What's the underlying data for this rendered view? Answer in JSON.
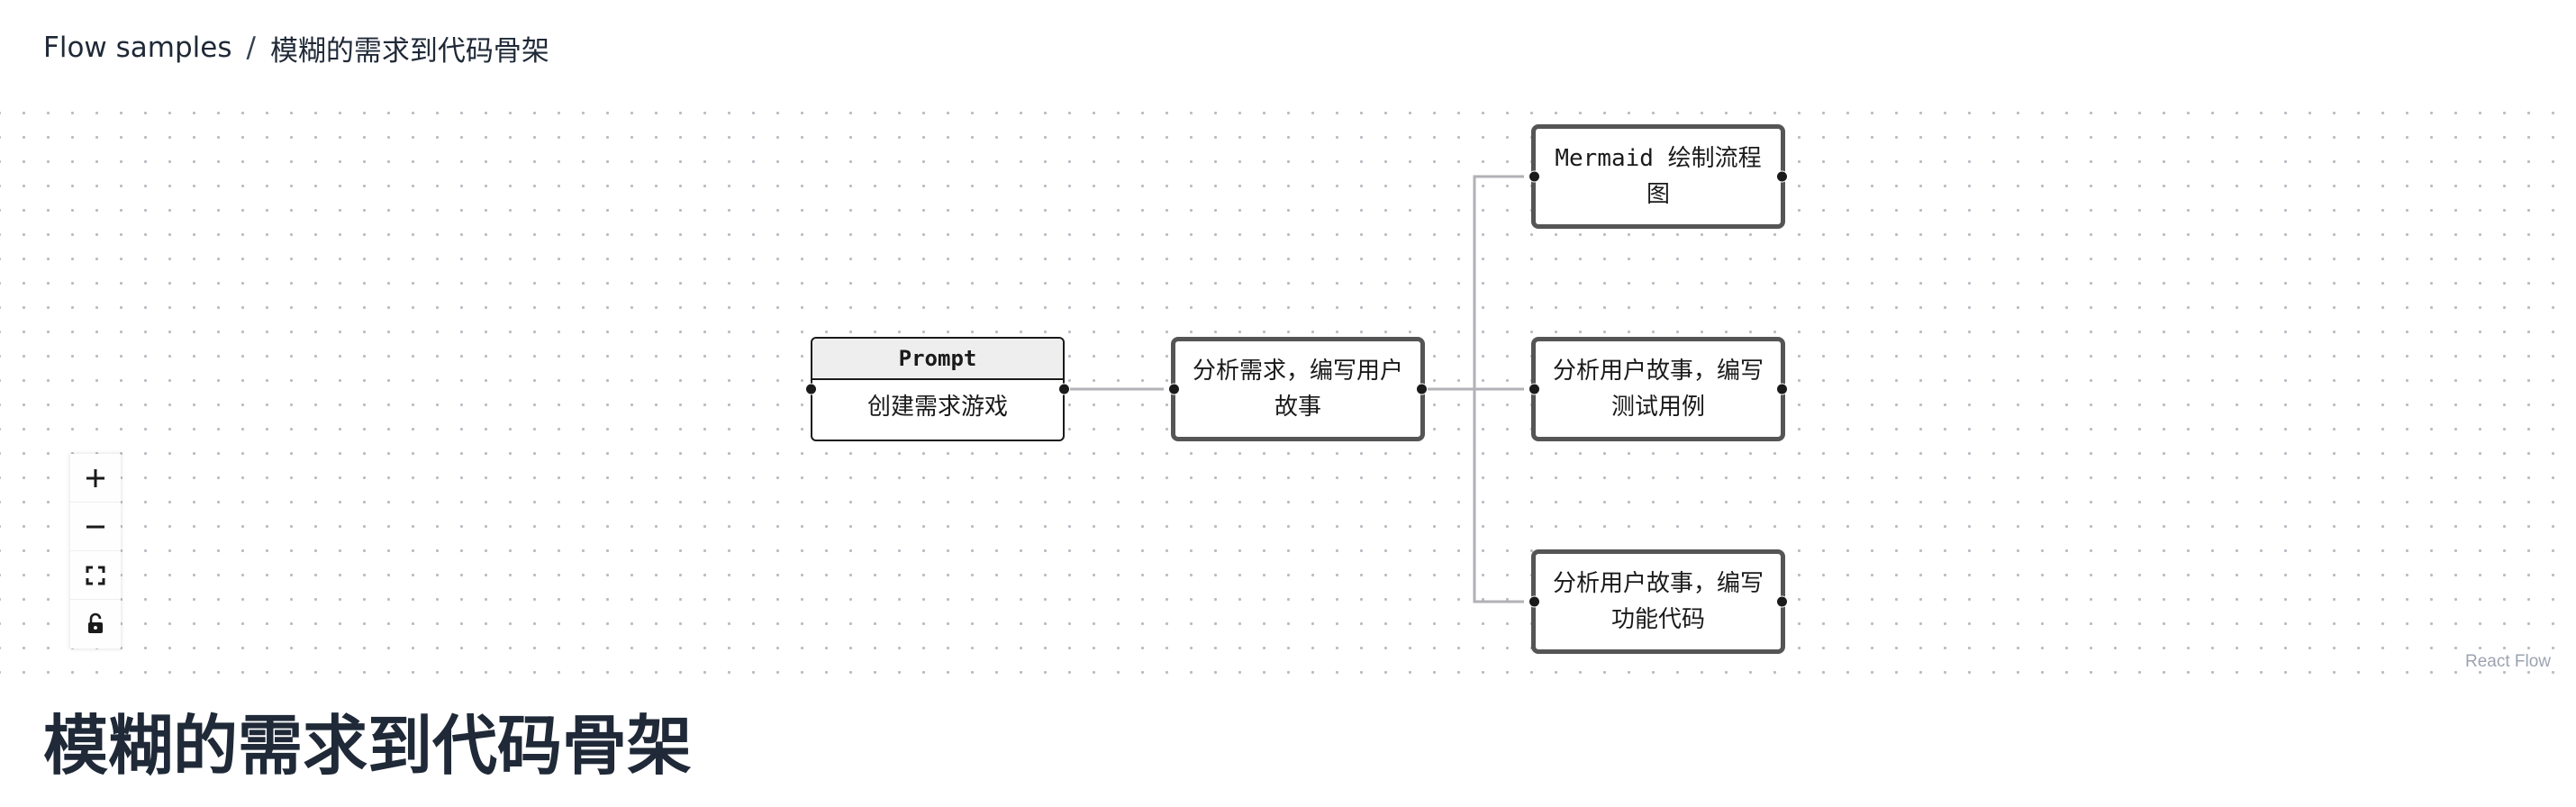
{
  "breadcrumb": {
    "parent": "Flow samples",
    "separator": "/",
    "current": "模糊的需求到代码骨架"
  },
  "flow": {
    "nodes": {
      "prompt": {
        "header": "Prompt",
        "body": "创建需求游戏"
      },
      "analyze": {
        "label": "分析需求，编写用户故事"
      },
      "mermaid": {
        "label": "Mermaid 绘制流程图"
      },
      "tests": {
        "label": "分析用户故事，编写测试用例"
      },
      "code": {
        "label": "分析用户故事，编写功能代码"
      }
    },
    "controls": {
      "icons": [
        "plus-icon",
        "minus-icon",
        "fit-view-icon",
        "unlock-icon"
      ]
    },
    "attribution": "React Flow"
  },
  "page": {
    "title": "模糊的需求到代码骨架"
  },
  "colors": {
    "text": "#1f2937",
    "node_border": "#555555",
    "edge": "#b1b1b7",
    "dot_grid": "#b9bcc4",
    "prompt_header_bg": "#eeeeee"
  }
}
